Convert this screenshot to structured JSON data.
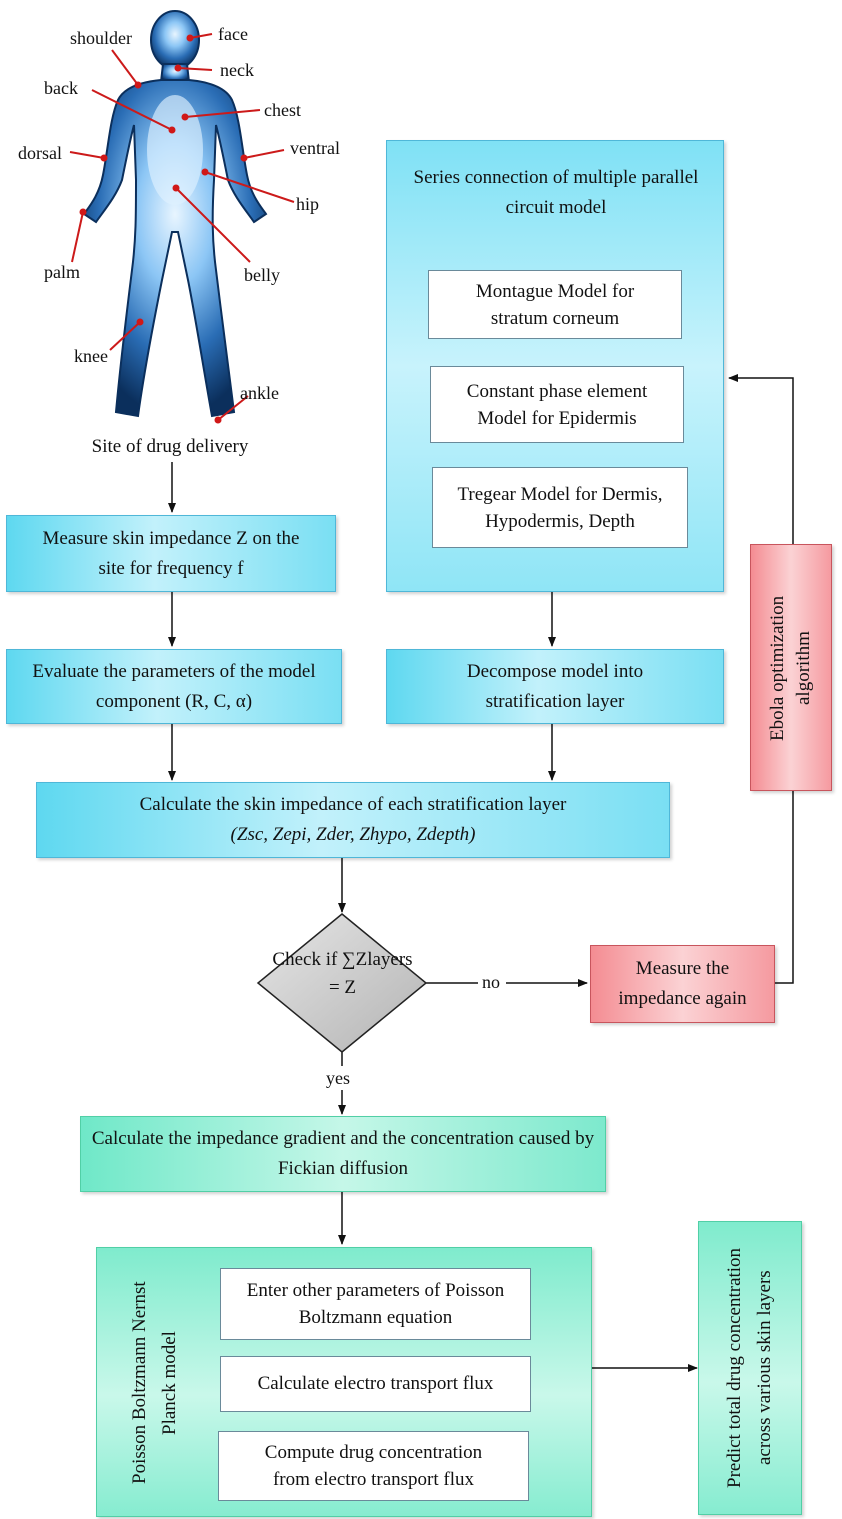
{
  "body_sites": {
    "caption": "Site of drug delivery",
    "labels": [
      "shoulder",
      "face",
      "neck",
      "back",
      "chest",
      "dorsal",
      "ventral",
      "hip",
      "palm",
      "belly",
      "knee",
      "ankle"
    ]
  },
  "steps": {
    "measure_impedance": "Measure skin impedance Z on the site for frequency f",
    "evaluate_parameters": "Evaluate the parameters of the model component (R, C, α)",
    "calculate_layer_impedance": "Calculate the skin impedance of each stratification layer",
    "layer_impedance_formula": "(Zsc, Zepi, Zder, Zhypo, Zdepth)",
    "decompose_model": "Decompose model into stratification layer",
    "check_condition": "Check if ∑Zlayers = Z",
    "measure_again": "Measure the impedance again",
    "gradient_calculation": "Calculate the impedance gradient and the concentration caused by Fickian diffusion"
  },
  "circuit_model": {
    "title": "Series connection of multiple parallel circuit model",
    "items": [
      "Montague Model for stratum corneum",
      "Constant phase element Model for Epidermis",
      "Tregear Model for Dermis, Hypodermis, Depth"
    ]
  },
  "optimization": {
    "label": "Ebola optimization algorithm"
  },
  "decision_labels": {
    "no": "no",
    "yes": "yes"
  },
  "pbnp_model": {
    "title": "Poisson Boltzmann Nernst Planck model",
    "steps": [
      "Enter other parameters of Poisson Boltzmann equation",
      "Calculate electro transport flux",
      "Compute drug concentration from electro transport flux"
    ]
  },
  "prediction": {
    "label": "Predict total drug concentration across various skin layers"
  },
  "colors": {
    "blue_box": "#9eeaf8",
    "green_box": "#a8f3dc",
    "red_box": "#f7b3b7",
    "diamond": "#c8c8c8",
    "body_dark": "#0b2f5c",
    "body_light": "#cfe9ff",
    "pin": "#d01818"
  }
}
